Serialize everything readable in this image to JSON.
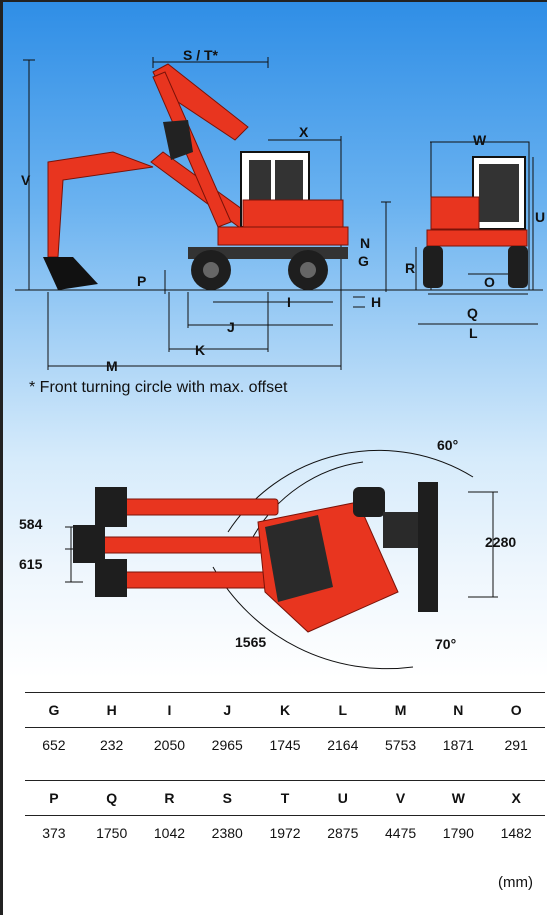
{
  "side_view": {
    "labels": {
      "st": "S / T*",
      "x": "X",
      "v": "V",
      "n": "N",
      "g": "G",
      "p": "P",
      "h": "H",
      "i": "I",
      "j": "J",
      "k": "K",
      "m": "M"
    },
    "note": "* Front turning circle with max. offset"
  },
  "front_view": {
    "labels": {
      "w": "W",
      "u": "U",
      "r": "R",
      "o": "O",
      "q": "Q",
      "l": "L"
    }
  },
  "top_view": {
    "angle_top": "60°",
    "angle_bottom": "70°",
    "dim_right": "2280",
    "dim_left_1": "584",
    "dim_left_2": "615",
    "dim_bottom": "1565"
  },
  "table1": {
    "headers": [
      "G",
      "H",
      "I",
      "J",
      "K",
      "L",
      "M",
      "N",
      "O"
    ],
    "values": [
      "652",
      "232",
      "2050",
      "2965",
      "1745",
      "2164",
      "5753",
      "1871",
      "291"
    ]
  },
  "table2": {
    "headers": [
      "P",
      "Q",
      "R",
      "S",
      "T",
      "U",
      "V",
      "W",
      "X"
    ],
    "values": [
      "373",
      "1750",
      "1042",
      "2380",
      "1972",
      "2875",
      "4475",
      "1790",
      "1482"
    ]
  },
  "unit": "(mm)",
  "colors": {
    "machine_red": "#e8351f",
    "cab_dark": "#2a2a2a",
    "tyre": "#1e1e1e",
    "line": "#111111"
  }
}
